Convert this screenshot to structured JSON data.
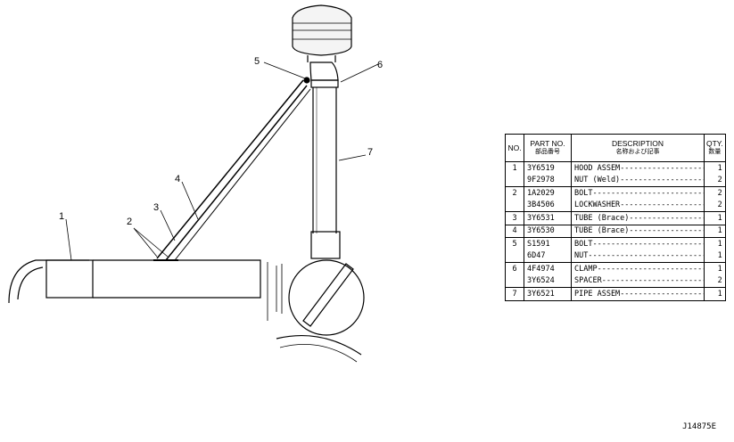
{
  "callouts": [
    "1",
    "2",
    "3",
    "4",
    "5",
    "6",
    "7"
  ],
  "table": {
    "headers": {
      "no": "NO.",
      "part_no": "PART NO.",
      "part_no_sub": "部品番号",
      "description": "DESCRIPTION",
      "description_sub": "名称および記事",
      "qty": "QTY.",
      "qty_sub": "数量"
    },
    "rows": [
      {
        "no": "1",
        "part_no": "3Y6519",
        "description": "HOOD ASSEM",
        "qty": "1"
      },
      {
        "no": "",
        "part_no": "9F2978",
        "description": "NUT (Weld)",
        "qty": "2"
      },
      {
        "no": "2",
        "part_no": "1A2029",
        "description": "BOLT",
        "qty": "2"
      },
      {
        "no": "",
        "part_no": "3B4506",
        "description": "LOCKWASHER",
        "qty": "2"
      },
      {
        "no": "3",
        "part_no": "3Y6531",
        "description": "TUBE (Brace)",
        "qty": "1"
      },
      {
        "no": "4",
        "part_no": "3Y6530",
        "description": "TUBE (Brace)",
        "qty": "1"
      },
      {
        "no": "5",
        "part_no": "S1591",
        "description": "BOLT",
        "qty": "1"
      },
      {
        "no": "",
        "part_no": "6D47",
        "description": "NUT",
        "qty": "1"
      },
      {
        "no": "6",
        "part_no": "4F4974",
        "description": "CLAMP",
        "qty": "1"
      },
      {
        "no": "",
        "part_no": "3Y6524",
        "description": "SPACER",
        "qty": "2"
      },
      {
        "no": "7",
        "part_no": "3Y6521",
        "description": "PIPE ASSEM",
        "qty": "1"
      }
    ]
  },
  "drawing_code": "J14875E"
}
